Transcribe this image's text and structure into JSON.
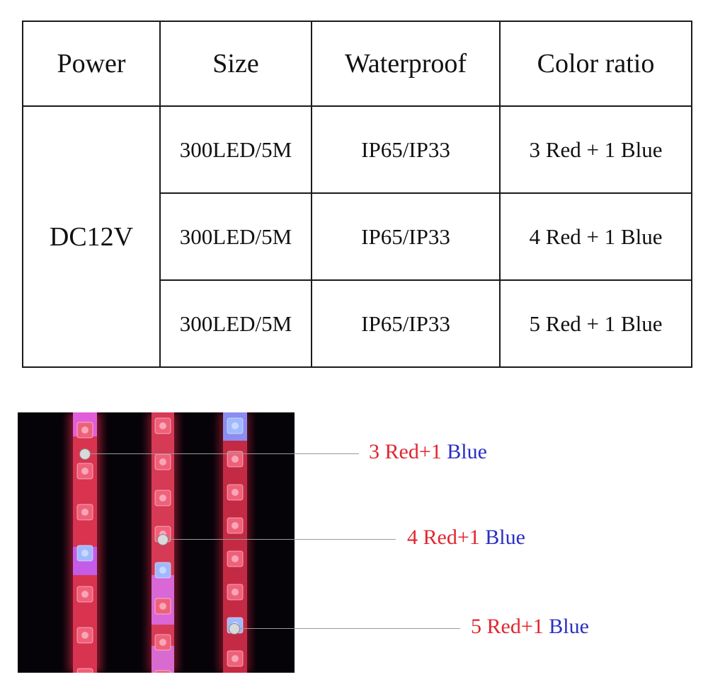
{
  "table": {
    "headers": [
      "Power",
      "Size",
      "Waterproof",
      "Color ratio"
    ],
    "power": "DC12V",
    "rows": [
      {
        "size": "300LED/5M",
        "waterproof": "IP65/IP33",
        "color_ratio": "3 Red + 1 Blue"
      },
      {
        "size": "300LED/5M",
        "waterproof": "IP65/IP33",
        "color_ratio": "4 Red + 1 Blue"
      },
      {
        "size": "300LED/5M",
        "waterproof": "IP65/IP33",
        "color_ratio": "5 Red + 1 Blue"
      }
    ]
  },
  "callouts": [
    {
      "red_part": "3 Red+1",
      "blue_part": " Blue"
    },
    {
      "red_part": "4 Red+1",
      "blue_part": " Blue"
    },
    {
      "red_part": "5 Red+1",
      "blue_part": " Blue"
    }
  ],
  "colors": {
    "red_text": "#e0262f",
    "blue_text": "#2a2fc4",
    "strip_red": "#e23a58",
    "strip_blue": "#9fb9ff",
    "photo_background": "#050308"
  }
}
